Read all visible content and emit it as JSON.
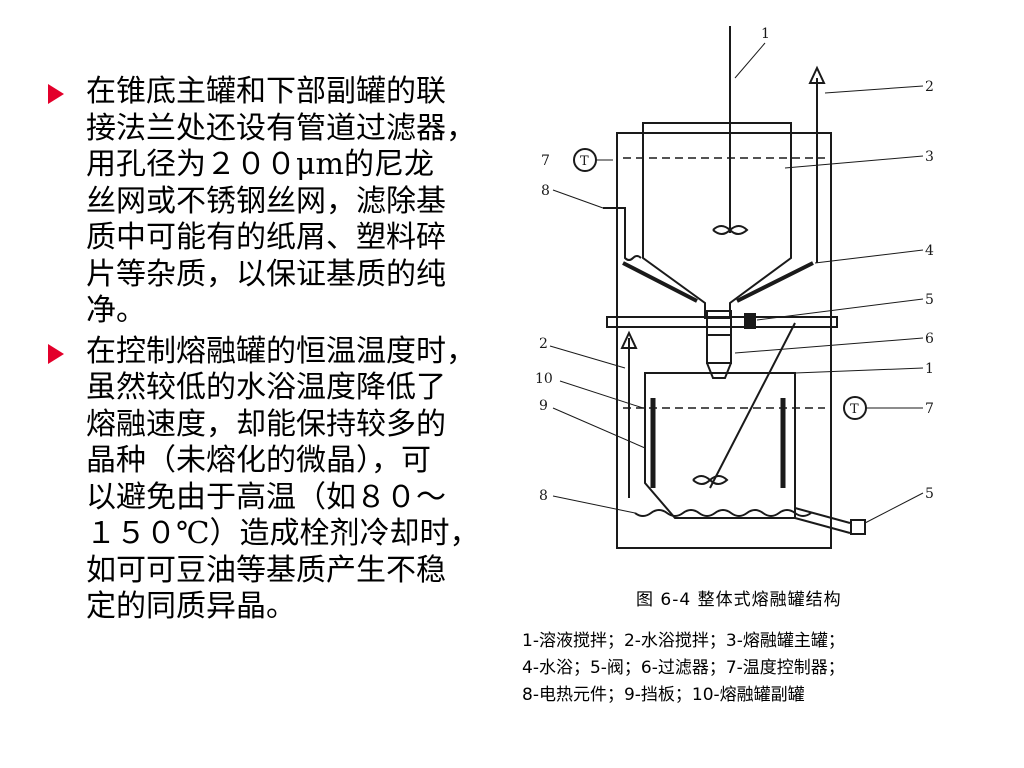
{
  "bullets": [
    {
      "text": "在锥底主罐和下部副罐的联\n接法兰处还设有管道过滤器，\n用孔径为２００μm的尼龙\n丝网或不锈钢丝网，滤除基\n质中可能有的纸屑、塑料碎\n片等杂质，以保证基质的纯\n净。"
    },
    {
      "text": "在控制熔融罐的恒温温度时，\n虽然较低的水浴温度降低了\n熔融速度，却能保持较多的\n晶种（未熔化的微晶），可\n以避免由于高温（如８０～\n１５０℃）造成栓剂冷却时，\n如可可豆油等基质产生不稳\n定的同质异晶。"
    }
  ],
  "figure": {
    "caption": "图 6-4    整体式熔融罐结构",
    "labels": {
      "n1_top": "1",
      "n2_top": "2",
      "n3": "3",
      "n4": "4",
      "n5_mid": "5",
      "n6": "6",
      "n1_mid": "1",
      "n7_right": "7",
      "n5_bottom": "5",
      "n7_left": "7",
      "n8_top": "8",
      "n2_left": "2",
      "n10": "10",
      "n9": "9",
      "n8_bottom": "8",
      "t_top": "T",
      "t_right": "T"
    }
  },
  "legend": {
    "text": "1-溶液搅拌；2-水浴搅拌；3-熔融罐主罐；\n4-水浴；5-阀；6-过滤器；7-温度控制器；\n8-电热元件；9-挡板；10-熔融罐副罐"
  },
  "colors": {
    "bullet_arrow": "#e3002b",
    "line": "#1a1a1a"
  }
}
